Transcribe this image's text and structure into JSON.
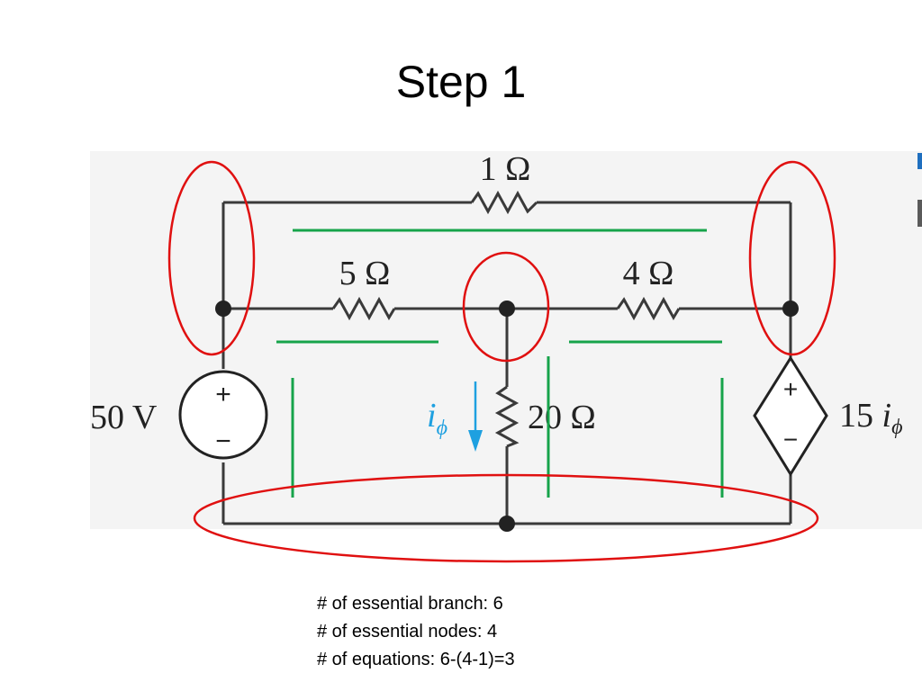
{
  "slide": {
    "title": "Step 1"
  },
  "circuit": {
    "resistors": {
      "r_top": "1 Ω",
      "r_left": "5 Ω",
      "r_right": "4 Ω",
      "r_middle": "20 Ω"
    },
    "sources": {
      "independent": {
        "value": "50 V",
        "plus": "+",
        "minus": "−"
      },
      "dependent": {
        "gain": "15",
        "control": "i",
        "control_sub": "ϕ",
        "plus": "+",
        "minus": "−"
      }
    },
    "current_label": {
      "symbol": "i",
      "subscript": "ϕ"
    }
  },
  "colors": {
    "wire": "#3a3a3a",
    "node_highlight": "#e01010",
    "branch_marker": "#16a34a",
    "current_arrow": "#1ea0e0"
  },
  "notes": [
    "# of essential branch: 6",
    "# of essential nodes: 4",
    "# of equations: 6-(4-1)=3"
  ]
}
